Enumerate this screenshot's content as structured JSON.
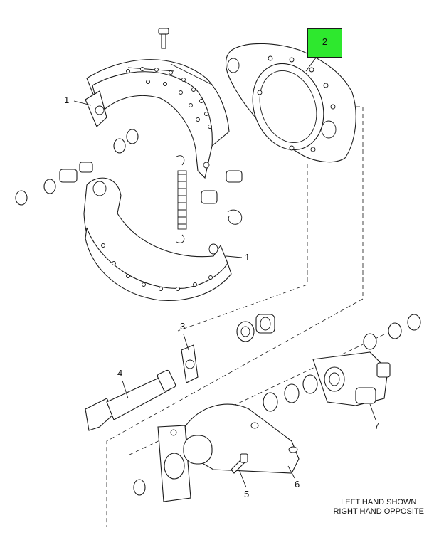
{
  "diagram": {
    "callouts": [
      {
        "id": "1a",
        "label": "1"
      },
      {
        "id": "1b",
        "label": "1"
      },
      {
        "id": "2",
        "label": "2"
      },
      {
        "id": "3",
        "label": "3"
      },
      {
        "id": "4",
        "label": "4"
      },
      {
        "id": "5",
        "label": "5"
      },
      {
        "id": "6",
        "label": "6"
      },
      {
        "id": "7",
        "label": "7"
      }
    ],
    "highlight_color": "#2ee82e",
    "note": {
      "line1": "LEFT HAND SHOWN",
      "line2": "RIGHT HAND OPPOSITE"
    }
  }
}
